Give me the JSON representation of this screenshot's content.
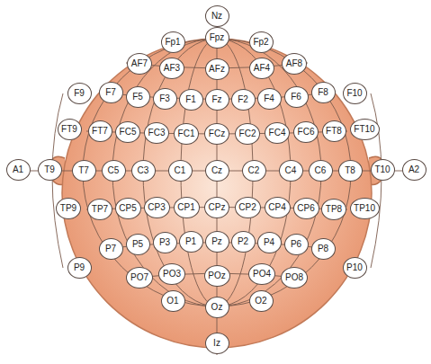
{
  "diagram": {
    "nodes": [
      {
        "text": [
          "Nz"
        ]
      },
      {
        "text": [
          "Fp1"
        ]
      },
      {
        "text": [
          "Fpz"
        ]
      },
      {
        "text": [
          "Fp2"
        ]
      },
      {
        "text": [
          "AF7"
        ]
      },
      {
        "text": [
          "AF3"
        ]
      },
      {
        "text": [
          "AFz"
        ]
      },
      {
        "text": [
          "AF4"
        ]
      },
      {
        "text": [
          "AF8"
        ]
      },
      {
        "text": [
          "F9"
        ]
      },
      {
        "text": [
          "F10"
        ]
      },
      {
        "text": [
          "F7"
        ]
      },
      {
        "text": [
          "F5"
        ]
      },
      {
        "text": [
          "F3"
        ]
      },
      {
        "text": [
          "F1"
        ]
      },
      {
        "text": [
          "Fz"
        ]
      },
      {
        "text": [
          "F2"
        ]
      },
      {
        "text": [
          "F4"
        ]
      },
      {
        "text": [
          "F6"
        ]
      },
      {
        "text": [
          "F8"
        ]
      },
      {
        "text": [
          "FT9"
        ]
      },
      {
        "text": [
          "FT7"
        ]
      },
      {
        "text": [
          "FC5"
        ]
      },
      {
        "text": [
          "FC3"
        ]
      },
      {
        "text": [
          "FC1"
        ]
      },
      {
        "text": [
          "FCz"
        ]
      },
      {
        "text": [
          "FC2"
        ]
      },
      {
        "text": [
          "FC4"
        ]
      },
      {
        "text": [
          "FC6"
        ]
      },
      {
        "text": [
          "FT8"
        ]
      },
      {
        "text": [
          "FT10"
        ]
      },
      {
        "text": [
          "A1"
        ]
      },
      {
        "text": [
          "T9"
        ]
      },
      {
        "text": [
          "T7"
        ]
      },
      {
        "text": [
          "C5"
        ]
      },
      {
        "text": [
          "C3"
        ]
      },
      {
        "text": [
          "C1"
        ]
      },
      {
        "text": [
          "Cz"
        ]
      },
      {
        "text": [
          "C2"
        ]
      },
      {
        "text": [
          "C4"
        ]
      },
      {
        "text": [
          "C6"
        ]
      },
      {
        "text": [
          "T8"
        ]
      },
      {
        "text": [
          "T10"
        ]
      },
      {
        "text": [
          "A2"
        ]
      },
      {
        "text": [
          "TP9"
        ]
      },
      {
        "text": [
          "TP7"
        ]
      },
      {
        "text": [
          "CP5"
        ]
      },
      {
        "text": [
          "CP3"
        ]
      },
      {
        "text": [
          "CP1"
        ]
      },
      {
        "text": [
          "CPz"
        ]
      },
      {
        "text": [
          "CP2"
        ]
      },
      {
        "text": [
          "CP4"
        ]
      },
      {
        "text": [
          "CP6"
        ]
      },
      {
        "text": [
          "TP8"
        ]
      },
      {
        "text": [
          "TP10"
        ]
      },
      {
        "text": [
          "P9"
        ]
      },
      {
        "text": [
          "P7"
        ]
      },
      {
        "text": [
          "P5"
        ]
      },
      {
        "text": [
          "P3"
        ]
      },
      {
        "text": [
          "P1"
        ]
      },
      {
        "text": [
          "Pz"
        ]
      },
      {
        "text": [
          "P2"
        ]
      },
      {
        "text": [
          "P4"
        ]
      },
      {
        "text": [
          "P6"
        ]
      },
      {
        "text": [
          "P8"
        ]
      },
      {
        "text": [
          "P10"
        ]
      },
      {
        "text": [
          "PO7"
        ]
      },
      {
        "text": [
          "PO3"
        ]
      },
      {
        "text": [
          "POz"
        ]
      },
      {
        "text": [
          "PO4"
        ]
      },
      {
        "text": [
          "PO8"
        ]
      },
      {
        "text": [
          "O1"
        ]
      },
      {
        "text": [
          "Oz"
        ]
      },
      {
        "text": [
          "O2"
        ]
      },
      {
        "text": [
          "Iz"
        ]
      }
    ]
  }
}
